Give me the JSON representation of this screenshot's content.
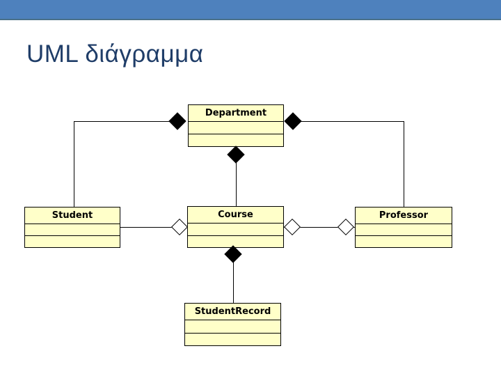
{
  "slide": {
    "title": "UML διάγραμμα"
  },
  "colors": {
    "background": "#FFFFFF",
    "header_bar": "#4E81BD",
    "header_bar_edge": "#4A7088",
    "title_text": "#1F3D68",
    "class_fill": "#FFFFC9",
    "class_border": "#000000",
    "connector": "#000000"
  },
  "diagram": {
    "classes": [
      {
        "id": "department",
        "name": "Department"
      },
      {
        "id": "student",
        "name": "Student"
      },
      {
        "id": "course",
        "name": "Course"
      },
      {
        "id": "professor",
        "name": "Professor"
      },
      {
        "id": "studentrecord",
        "name": "StudentRecord"
      }
    ],
    "relationships": [
      {
        "from": "Department",
        "to": "Student",
        "type": "composition",
        "diamond": "filled",
        "diamond_at": "Department"
      },
      {
        "from": "Department",
        "to": "Professor",
        "type": "composition",
        "diamond": "filled",
        "diamond_at": "Department"
      },
      {
        "from": "Department",
        "to": "Course",
        "type": "composition",
        "diamond": "filled",
        "diamond_at": "Department"
      },
      {
        "from": "Course",
        "to": "Student",
        "type": "aggregation",
        "diamond": "hollow",
        "diamond_at": "Course"
      },
      {
        "from": "Course",
        "to": "Professor",
        "type": "aggregation",
        "diamond": "hollow",
        "diamond_at": "both"
      },
      {
        "from": "Course",
        "to": "StudentRecord",
        "type": "composition",
        "diamond": "filled",
        "diamond_at": "Course"
      }
    ]
  }
}
